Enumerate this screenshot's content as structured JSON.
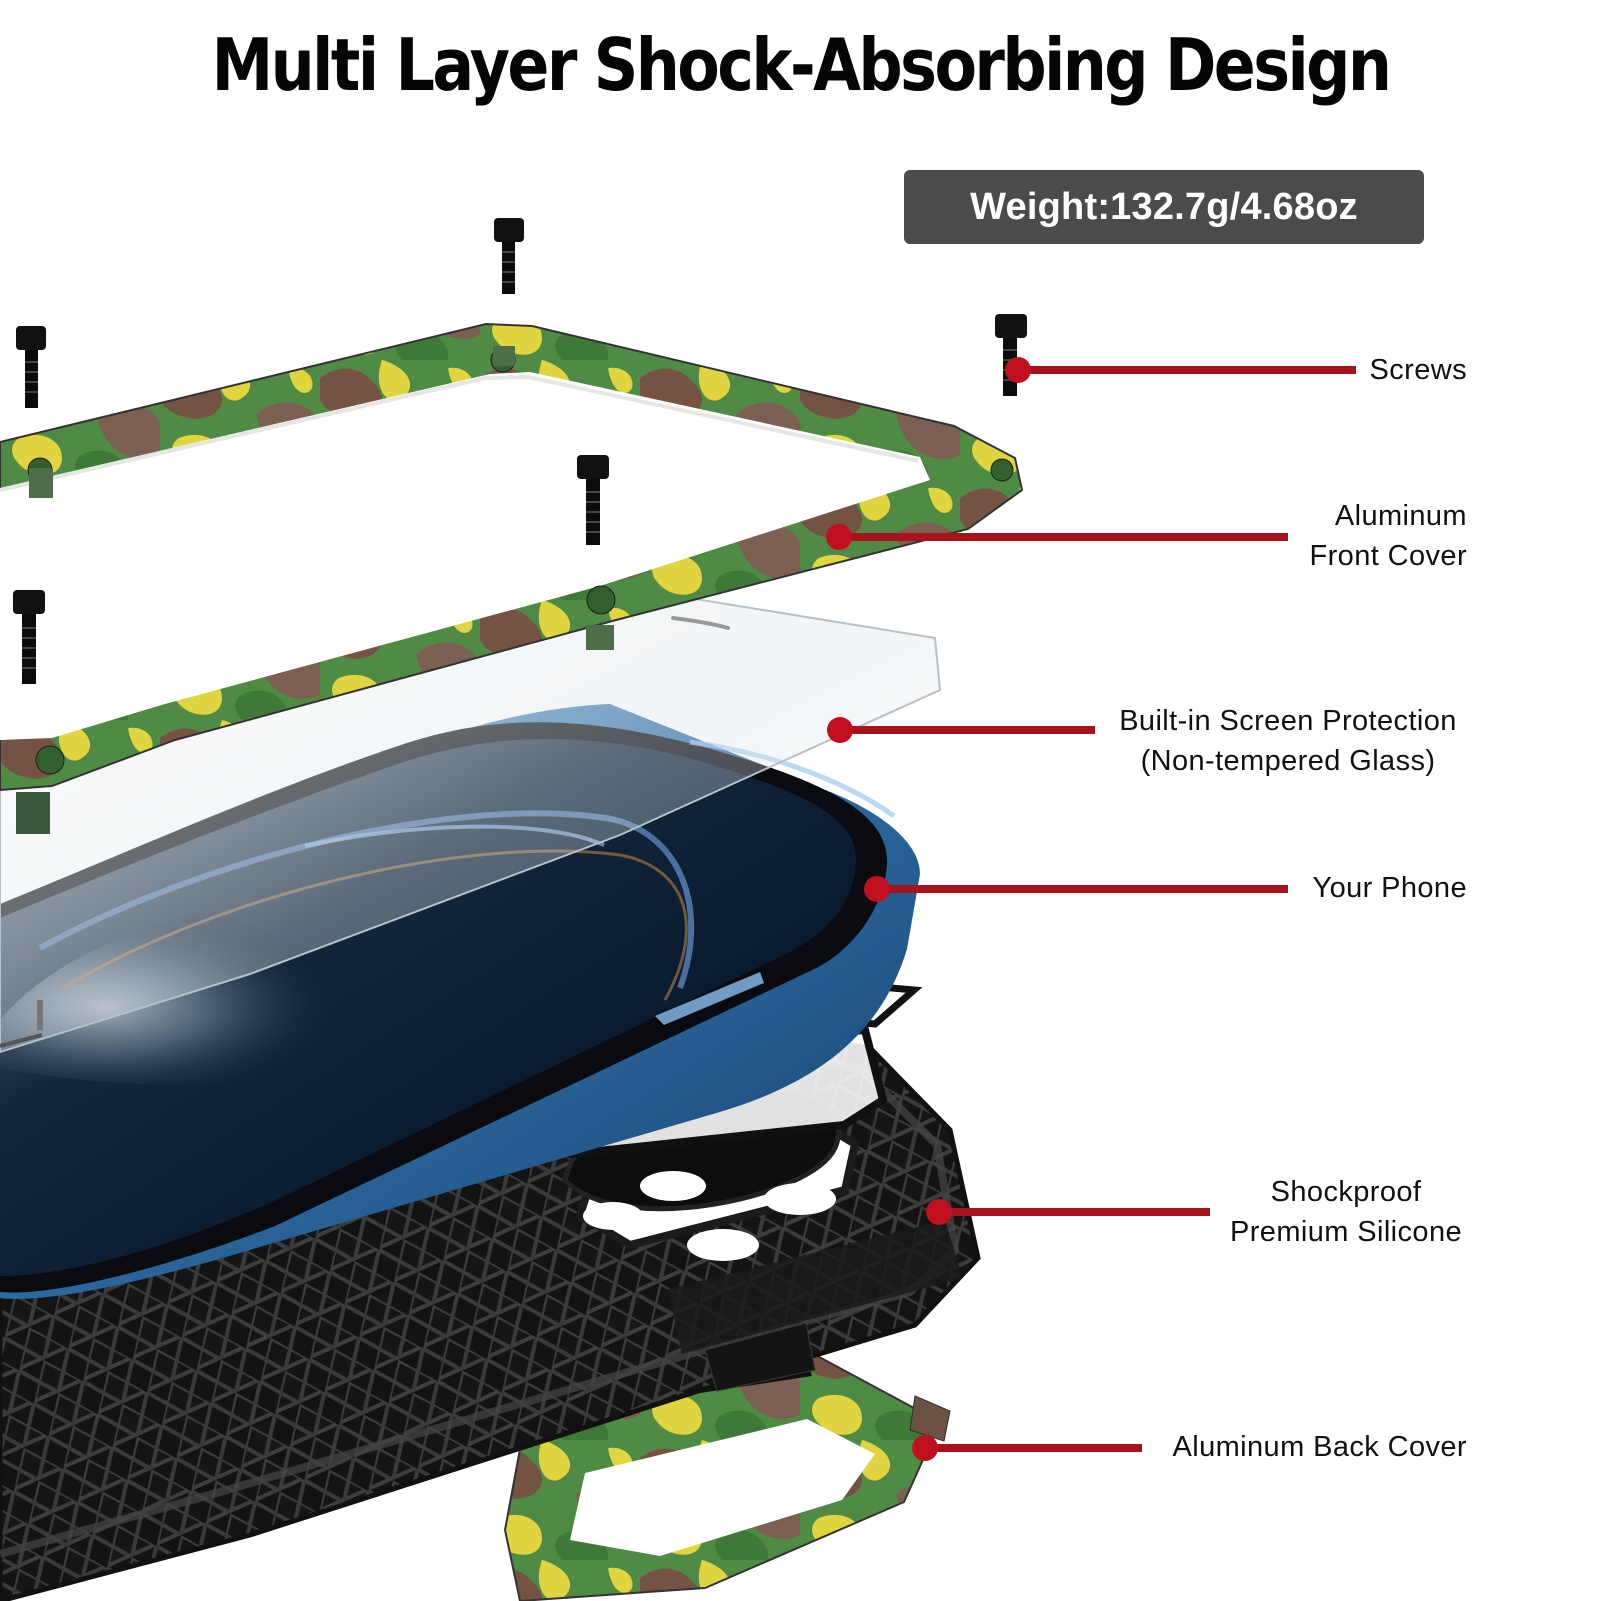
{
  "title": "Multi Layer Shock-Absorbing Design",
  "weight_badge": "Weight:132.7g/4.68oz",
  "callouts": [
    {
      "name": "screws",
      "lines": [
        "Screws"
      ]
    },
    {
      "name": "aluminum-front-cover",
      "lines": [
        "Aluminum",
        "Front Cover"
      ]
    },
    {
      "name": "screen-protection",
      "lines": [
        "Built-in Screen Protection",
        "(Non-tempered Glass)"
      ]
    },
    {
      "name": "your-phone",
      "lines": [
        "Your Phone"
      ]
    },
    {
      "name": "shockproof-silicone",
      "lines": [
        "Shockproof",
        "Premium Silicone"
      ]
    },
    {
      "name": "aluminum-back-cover",
      "lines": [
        "Aluminum Back Cover"
      ]
    }
  ],
  "colors": {
    "callout_line": "#a6131d",
    "callout_dot": "#c0101f",
    "badge_bg": "#4b4b4b",
    "camo_green": "#4f8b45",
    "camo_brown": "#745343",
    "camo_yellow": "#e0d540",
    "phone_blue": "#2f6ea5",
    "silicone_black": "#141414"
  }
}
